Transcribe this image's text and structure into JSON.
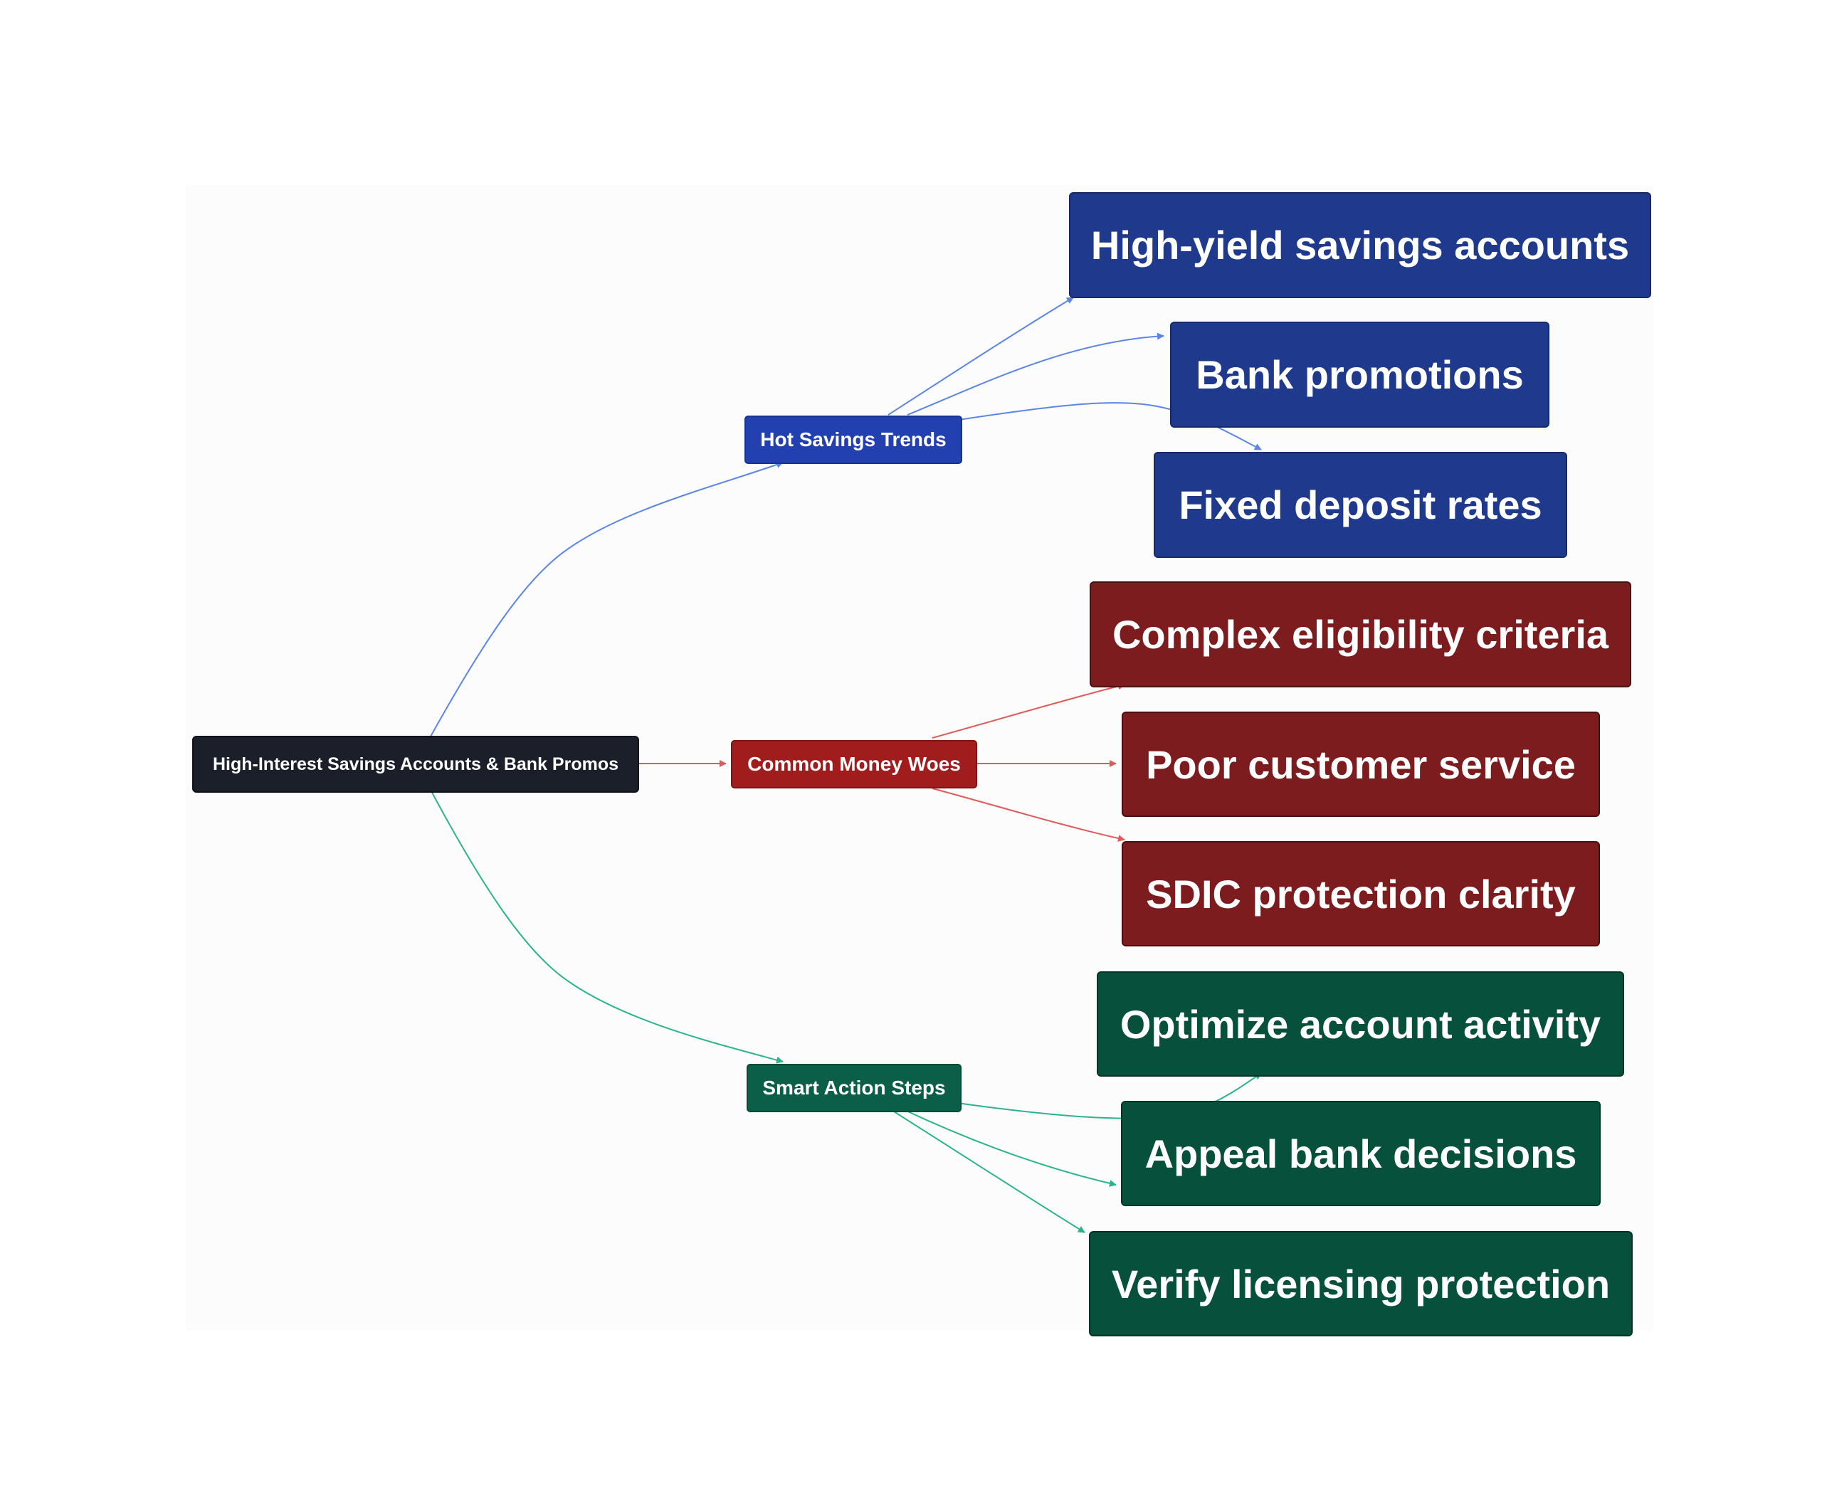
{
  "diagram": {
    "root": {
      "label": "High-Interest Savings Accounts & Bank Promos",
      "color": "#1b1f2a"
    },
    "branches": [
      {
        "key": "trends",
        "label": "Hot Savings Trends",
        "color": "#2340b0",
        "edge_color": "#5b86e5",
        "leaf_color": "#1f3a8c",
        "leaves": [
          "High-yield savings accounts",
          "Bank promotions",
          "Fixed deposit rates"
        ]
      },
      {
        "key": "woes",
        "label": "Common Money Woes",
        "color": "#a11d1d",
        "edge_color": "#e05a5a",
        "leaf_color": "#7c1c1e",
        "leaves": [
          "Complex eligibility criteria",
          "Poor customer service",
          "SDIC protection clarity"
        ]
      },
      {
        "key": "actions",
        "label": "Smart Action Steps",
        "color": "#0b5e48",
        "edge_color": "#2bb48c",
        "leaf_color": "#06503c",
        "leaves": [
          "Optimize account activity",
          "Appeal bank decisions",
          "Verify licensing protection"
        ]
      }
    ]
  }
}
